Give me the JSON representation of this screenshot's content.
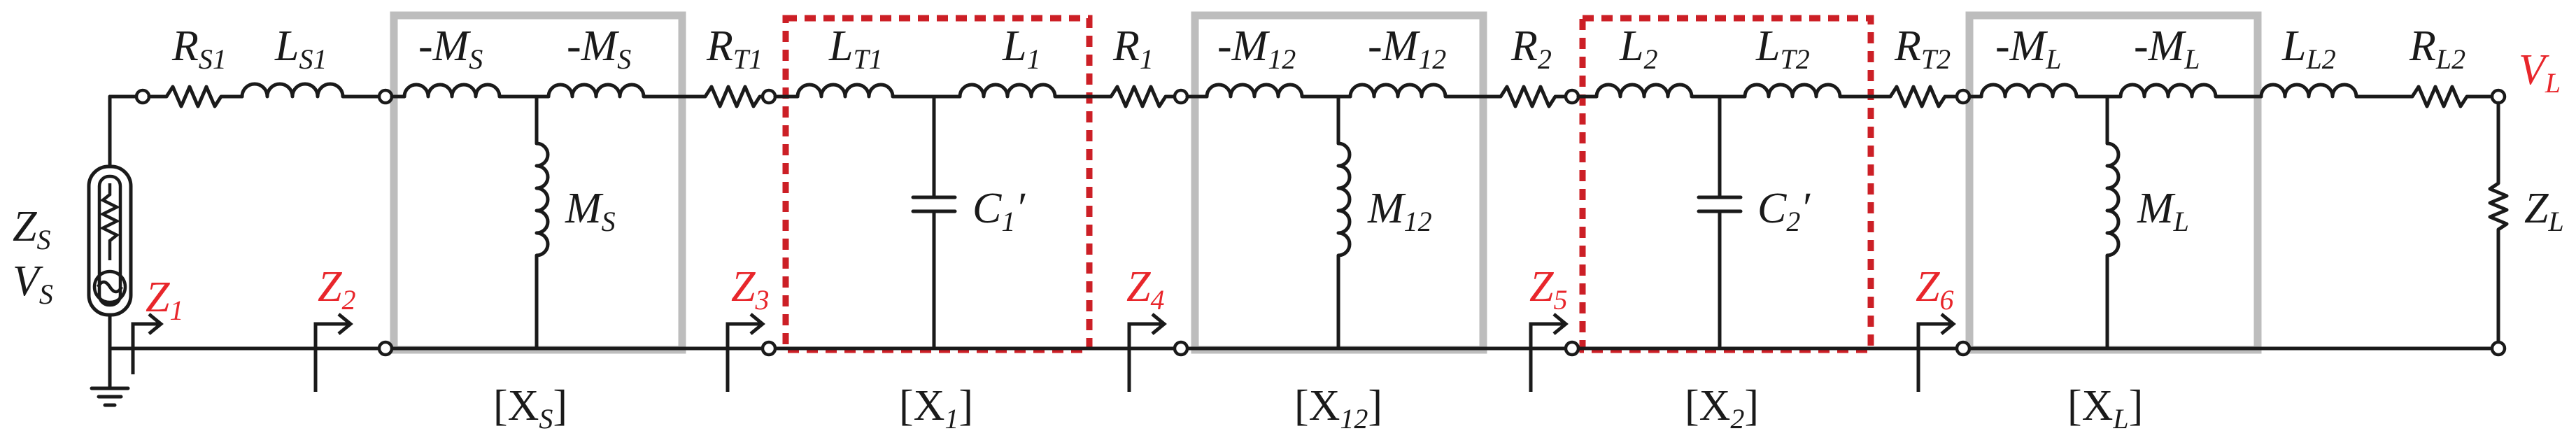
{
  "colors": {
    "wire": "#1a1a1a",
    "port_label": "#e8262b",
    "gray_box": "#bdbdbd",
    "red_box": "#cc1f26"
  },
  "source": {
    "impedance": {
      "main": "Z",
      "sub": "S"
    },
    "voltage": {
      "main": "V",
      "sub": "S"
    }
  },
  "series": {
    "rs1": {
      "main": "R",
      "sub": "S1"
    },
    "ls1": {
      "main": "L",
      "sub": "S1"
    },
    "rt1": {
      "main": "R",
      "sub": "T1"
    },
    "r1": {
      "main": "R",
      "sub": "1"
    },
    "r2": {
      "main": "R",
      "sub": "2"
    },
    "rt2": {
      "main": "R",
      "sub": "T2"
    },
    "ll2": {
      "main": "L",
      "sub": "L2"
    },
    "rl2": {
      "main": "R",
      "sub": "L2"
    }
  },
  "blocks": [
    {
      "id": "xs",
      "left": {
        "main": "-M",
        "sub": "S"
      },
      "right": {
        "main": "-M",
        "sub": "S"
      },
      "shunt": {
        "main": "M",
        "sub": "S"
      },
      "caption": {
        "open": "[X",
        "sub": "S",
        "close": "]"
      }
    },
    {
      "id": "x1",
      "left": {
        "main": "L",
        "sub": "T1"
      },
      "right": {
        "main": "L",
        "sub": "1"
      },
      "shunt": {
        "main": "C",
        "sub": "1",
        "prime": "′"
      },
      "caption": {
        "open": "[X",
        "sub": "1",
        "close": "]"
      }
    },
    {
      "id": "x12",
      "left": {
        "main": "-M",
        "sub": "12"
      },
      "right": {
        "main": "-M",
        "sub": "12"
      },
      "shunt": {
        "main": "M",
        "sub": "12"
      },
      "caption": {
        "open": "[X",
        "sub": "12",
        "close": "]"
      }
    },
    {
      "id": "x2",
      "left": {
        "main": "L",
        "sub": "2"
      },
      "right": {
        "main": "L",
        "sub": "T2"
      },
      "shunt": {
        "main": "C",
        "sub": "2",
        "prime": "′"
      },
      "caption": {
        "open": "[X",
        "sub": "2",
        "close": "]"
      }
    },
    {
      "id": "xl",
      "left": {
        "main": "-M",
        "sub": "L"
      },
      "right": {
        "main": "-M",
        "sub": "L"
      },
      "shunt": {
        "main": "M",
        "sub": "L"
      },
      "caption": {
        "open": "[X",
        "sub": "L",
        "close": "]"
      }
    }
  ],
  "ports": [
    {
      "main": "Z",
      "sub": "1"
    },
    {
      "main": "Z",
      "sub": "2"
    },
    {
      "main": "Z",
      "sub": "3"
    },
    {
      "main": "Z",
      "sub": "4"
    },
    {
      "main": "Z",
      "sub": "5"
    },
    {
      "main": "Z",
      "sub": "6"
    }
  ],
  "load": {
    "impedance": {
      "main": "Z",
      "sub": "L"
    },
    "voltage": {
      "main": "V",
      "sub": "L"
    }
  }
}
